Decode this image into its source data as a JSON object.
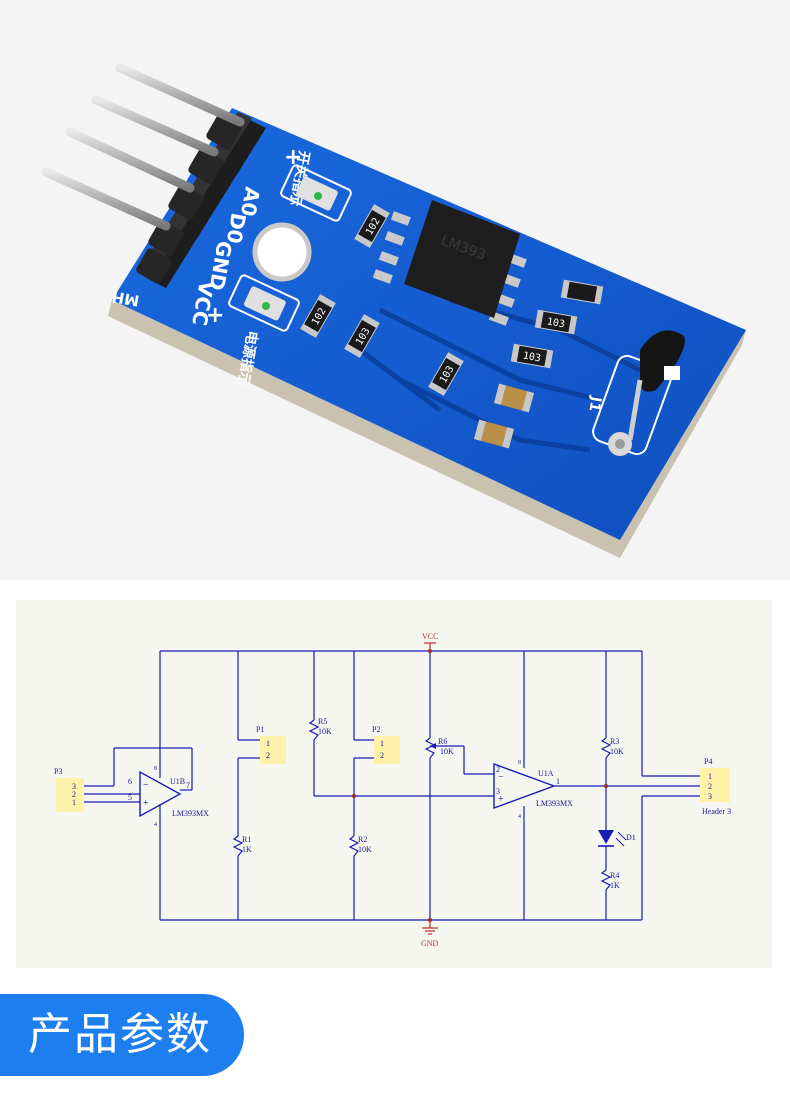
{
  "board": {
    "pin_labels": [
      "A0",
      "D0",
      "GND",
      "VCC"
    ],
    "module_label": "MH",
    "top_led_label": "开关指示",
    "bottom_led_label": "电源指示",
    "sensor_label": "J1",
    "resistor_codes": [
      "102",
      "102",
      "103",
      "103",
      "103",
      "103"
    ],
    "chip_text": "LM393"
  },
  "schematic": {
    "vcc_label": "VCC",
    "gnd_label": "GND",
    "p3": {
      "name": "P3",
      "pins": [
        "3",
        "2",
        "1"
      ]
    },
    "u1b": {
      "name": "U1B",
      "part": "LM393MX",
      "pin_inv": "6",
      "pin_non": "5",
      "pin_out": "7",
      "pin_vcc": "8",
      "pin_gnd": "4"
    },
    "p1": {
      "name": "P1",
      "pins": [
        "1",
        "2"
      ]
    },
    "r1": {
      "name": "R1",
      "value": "1K"
    },
    "r5": {
      "name": "R5",
      "value": "10K"
    },
    "p2": {
      "name": "P2",
      "pins": [
        "1",
        "2"
      ]
    },
    "r2": {
      "name": "R2",
      "value": "10K"
    },
    "r6": {
      "name": "R6",
      "value": "10K"
    },
    "u1a": {
      "name": "U1A",
      "part": "LM393MX",
      "pin_inv": "2",
      "pin_non": "3",
      "pin_out": "1",
      "pin_vcc": "8",
      "pin_gnd": "4"
    },
    "r3": {
      "name": "R3",
      "value": "10K"
    },
    "d1": {
      "name": "D1"
    },
    "r4": {
      "name": "R4",
      "value": "1K"
    },
    "p4": {
      "name": "P4",
      "part": "Header 3",
      "pins": [
        "1",
        "2",
        "3"
      ]
    }
  },
  "section_title": "产品参数",
  "colors": {
    "pcb": "#1560d6",
    "wire": "#1a1ab4",
    "label": "#1a1a8c",
    "connector": "#fff2a8",
    "net_power": "#b83030",
    "banner": "#1d7ef0"
  }
}
